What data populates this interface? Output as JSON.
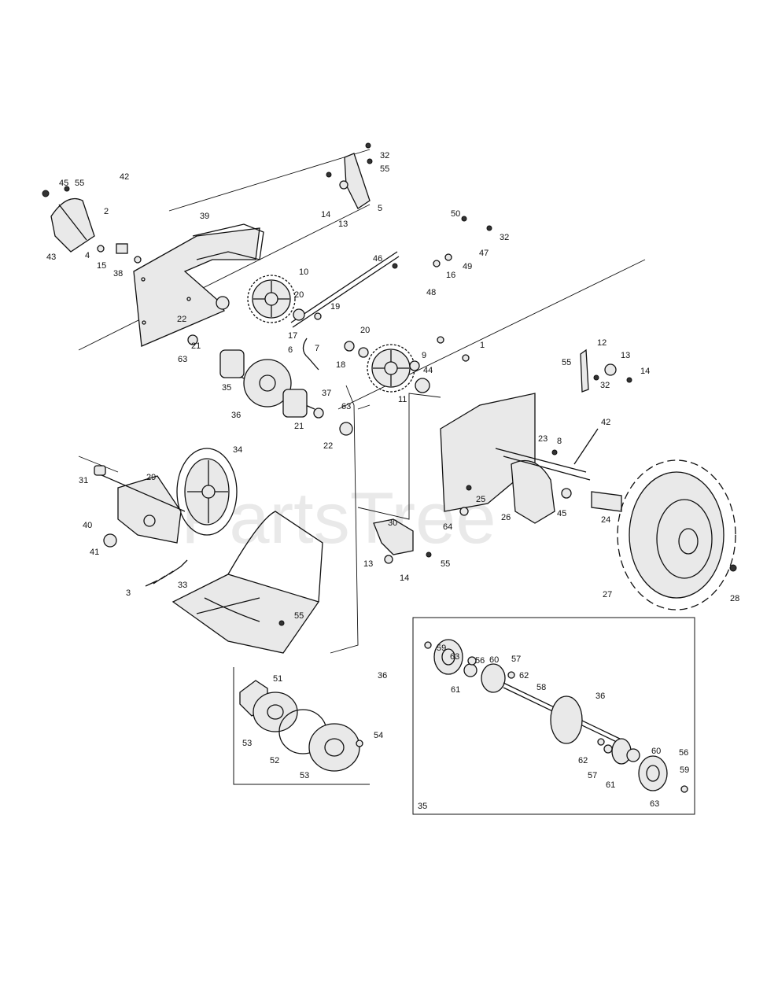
{
  "watermark": "PartsTree",
  "callouts": {
    "c1": "1",
    "c2": "2",
    "c3": "3",
    "c4": "4",
    "c5": "5",
    "c6": "6",
    "c7": "7",
    "c8": "8",
    "c9": "9",
    "c10": "10",
    "c11": "11",
    "c12": "12",
    "c13a": "13",
    "c13b": "13",
    "c13c": "13",
    "c14a": "14",
    "c14b": "14",
    "c14c": "14",
    "c15": "15",
    "c16": "16",
    "c17": "17",
    "c18": "18",
    "c19": "19",
    "c20a": "20",
    "c20b": "20",
    "c21a": "21",
    "c21b": "21",
    "c22a": "22",
    "c22b": "22",
    "c23": "23",
    "c24": "24",
    "c25": "25",
    "c26": "26",
    "c27": "27",
    "c28": "28",
    "c29": "29",
    "c30": "30",
    "c31": "31",
    "c32a": "32",
    "c32b": "32",
    "c32c": "32",
    "c33": "33",
    "c34": "34",
    "c35a": "35",
    "c35b": "35",
    "c36a": "36",
    "c36b": "36",
    "c36c": "36",
    "c37": "37",
    "c38": "38",
    "c39": "39",
    "c40": "40",
    "c41": "41",
    "c42a": "42",
    "c42b": "42",
    "c43": "43",
    "c44": "44",
    "c45a": "45",
    "c45b": "45",
    "c46": "46",
    "c47": "47",
    "c48": "48",
    "c49": "49",
    "c50": "50",
    "c51": "51",
    "c52": "52",
    "c53a": "53",
    "c53b": "53",
    "c54": "54",
    "c55a": "55",
    "c55b": "55",
    "c55c": "55",
    "c55d": "55",
    "c55e": "55",
    "c56a": "56",
    "c56b": "56",
    "c57a": "57",
    "c57b": "57",
    "c58": "58",
    "c59a": "59",
    "c59b": "59",
    "c60a": "60",
    "c60b": "60",
    "c61a": "61",
    "c61b": "61",
    "c62a": "62",
    "c62b": "62",
    "c63a": "63",
    "c63b": "63",
    "c63c": "63",
    "c63d": "63",
    "c64": "64"
  }
}
